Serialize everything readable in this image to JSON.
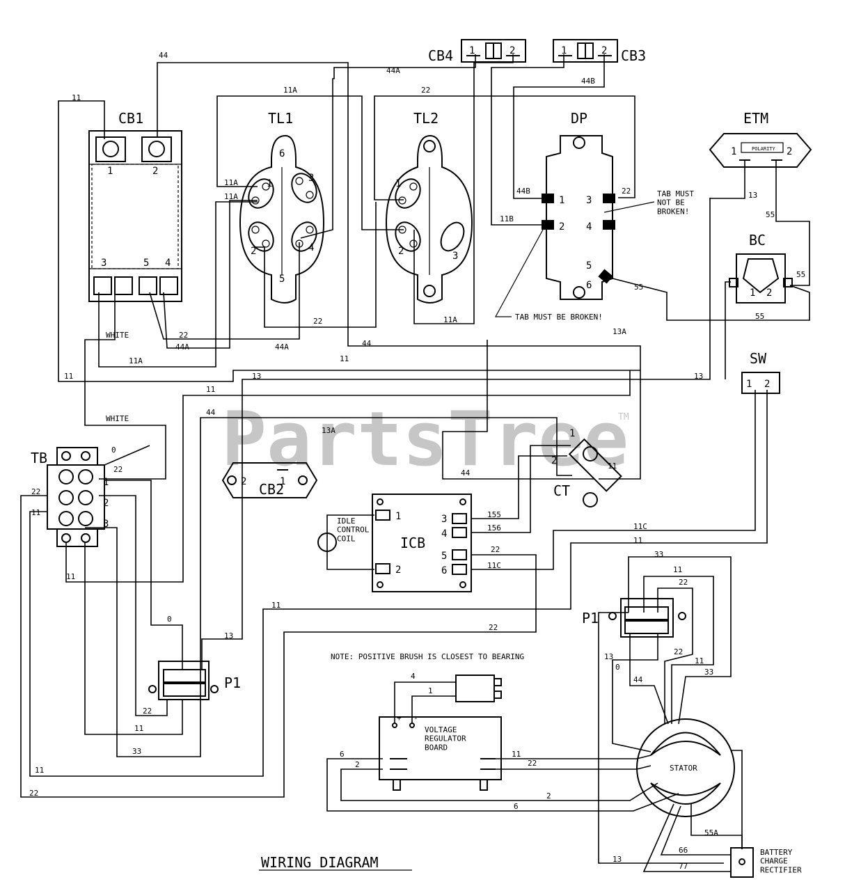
{
  "components": {
    "cb1": "CB1",
    "cb2": "CB2",
    "cb3": "CB3",
    "cb4": "CB4",
    "tl1": "TL1",
    "tl2": "TL2",
    "dp": "DP",
    "etm": "ETM",
    "bc": "BC",
    "sw": "SW",
    "tb": "TB",
    "ct": "CT",
    "icb": "ICB",
    "p1_left": "P1",
    "p1_right": "P1",
    "stator": "STATOR",
    "vrb": "VOLTAGE\nREGULATOR\nBOARD",
    "idle_coil": "IDLE\nCONTROL\nCOIL",
    "rectifier": "BATTERY\nCHARGE\nRECTIFIER"
  },
  "notes": {
    "tab_broken": "TAB MUST BE BROKEN!",
    "tab_not_broken": "TAB MUST\nNOT BE\nBROKEN!",
    "brush_note": "NOTE: POSITIVE BRUSH IS CLOSEST TO BEARING",
    "etm_polarity": "POLARITY"
  },
  "title": "WIRING DIAGRAM",
  "watermark": "PartsTree",
  "watermark_tm": "TM",
  "wire_labels": {
    "w11": "11",
    "w11a": "11A",
    "w11b": "11B",
    "w11c": "11C",
    "w13": "13",
    "w13a": "13A",
    "w22": "22",
    "w33": "33",
    "w44": "44",
    "w44a": "44A",
    "w44b": "44B",
    "w55": "55",
    "w55a": "55A",
    "w66": "66",
    "w77": "77",
    "w155": "155",
    "w156": "156",
    "w0": "0",
    "w1": "1",
    "w2": "2",
    "w4": "4",
    "w6": "6",
    "white": "WHITE"
  },
  "pins": {
    "p1": "1",
    "p2": "2",
    "p3": "3",
    "p4": "4",
    "p5": "5",
    "p6": "6",
    "minus": "-",
    "plus": "+"
  }
}
